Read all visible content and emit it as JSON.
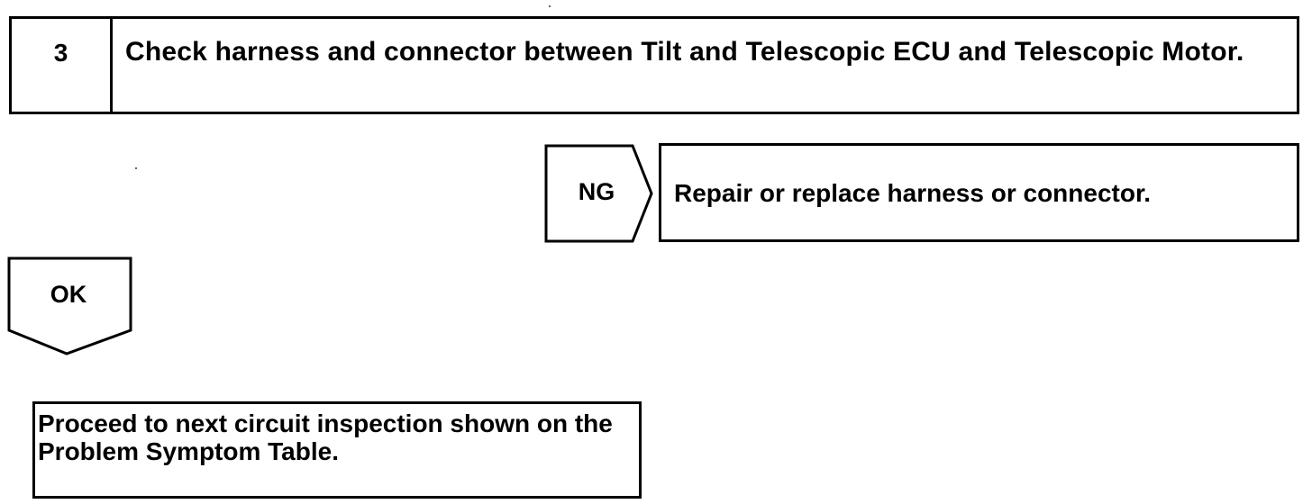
{
  "step": {
    "number": "3",
    "title": "Check harness and connector between Tilt and Telescopic ECU and Telescopic Motor."
  },
  "ng_branch": {
    "label": "NG",
    "result": "Repair or replace harness or connector."
  },
  "ok_branch": {
    "label": "OK"
  },
  "final_step": {
    "text": "Proceed to next circuit inspection shown on the Problem Symptom Table."
  },
  "colors": {
    "line": "#000000",
    "background": "#ffffff"
  }
}
